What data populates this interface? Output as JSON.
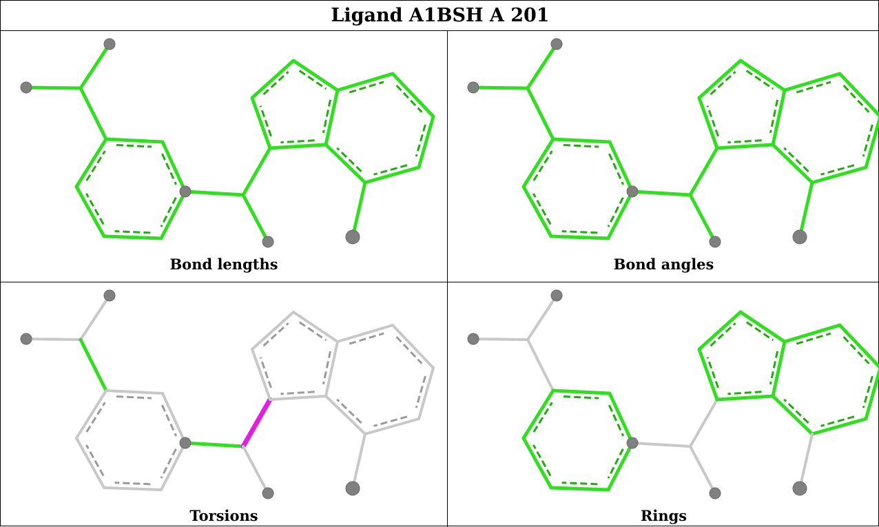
{
  "title": "Ligand A1BSH A 201",
  "colors": {
    "green": "#33dd22",
    "green_dash": "#22aa11",
    "gray": "#c8c8c8",
    "gray_dash": "#9a9a9a",
    "magenta": "#e020e0",
    "atom": "#808080"
  },
  "panels": [
    {
      "id": "bond-lengths",
      "caption": "Bond lengths",
      "bonds": {
        "sub1": "green",
        "sub2": "green",
        "sub3": "green",
        "ph_link": "green",
        "bridge": "green",
        "methyl": "green",
        "ring_a": "green",
        "ring_b": "green",
        "ring_c": "green",
        "ring_c_sub": "green"
      }
    },
    {
      "id": "bond-angles",
      "caption": "Bond angles",
      "bonds": {
        "sub1": "green",
        "sub2": "green",
        "sub3": "green",
        "ph_link": "green",
        "bridge": "green",
        "methyl": "green",
        "ring_a": "green",
        "ring_b": "green",
        "ring_c": "green",
        "ring_c_sub": "green"
      }
    },
    {
      "id": "torsions",
      "caption": "Torsions",
      "bonds": {
        "sub1": "gray",
        "sub2": "gray",
        "sub3": "green",
        "ph_link": "green",
        "bridge": "magenta",
        "methyl": "gray",
        "ring_a": "gray",
        "ring_b": "gray",
        "ring_c": "gray",
        "ring_c_sub": "gray"
      }
    },
    {
      "id": "rings",
      "caption": "Rings",
      "bonds": {
        "sub1": "gray",
        "sub2": "gray",
        "sub3": "gray",
        "ph_link": "gray",
        "bridge": "gray",
        "methyl": "gray",
        "ring_a": "green",
        "ring_b": "green",
        "ring_c": "green",
        "ring_c_sub": "gray"
      }
    }
  ]
}
